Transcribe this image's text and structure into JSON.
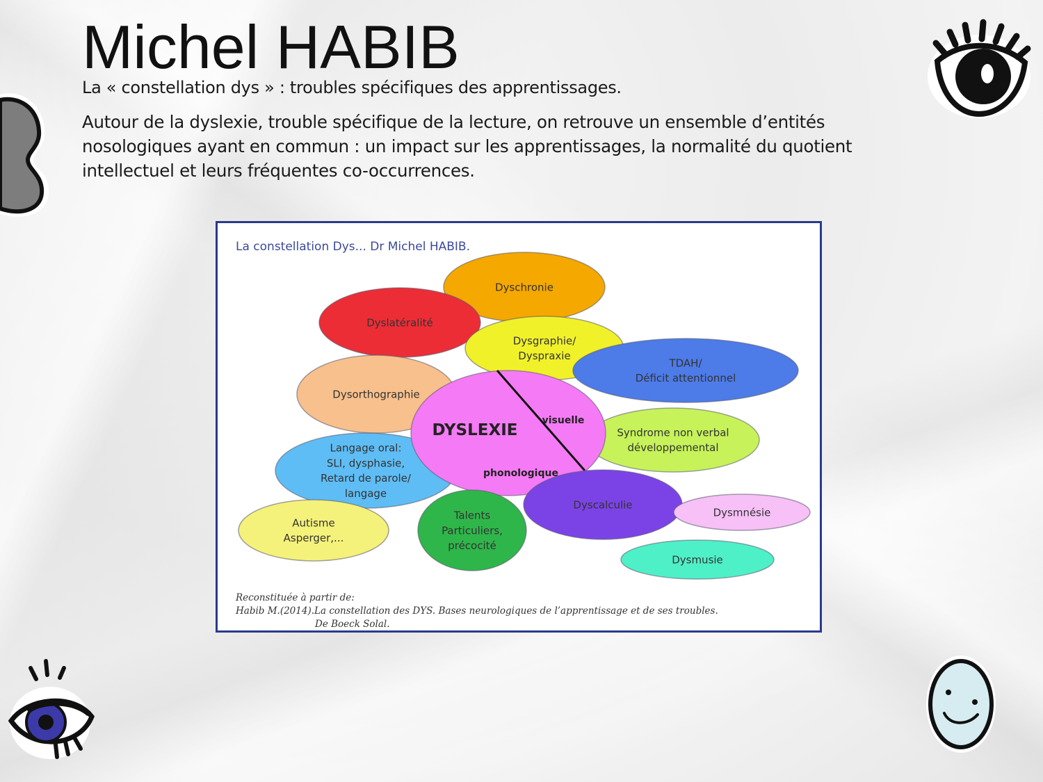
{
  "slide": {
    "title": "Michel HABIB",
    "subtitle": "La « constellation dys »  : troubles spécifiques des apprentissages.",
    "intro": "Autour de la dyslexie, trouble spécifique de la lecture, on retrouve un ensemble d’entités nosologiques ayant en commun : un impact sur les apprentissages, la normalité du quotient intellectuel et leurs fréquentes co-occurrences."
  },
  "figure": {
    "title": "La constellation Dys... Dr Michel HABIB.",
    "source_line1": "Reconstituée à partir de:",
    "source_line2": "Habib M.(2014).La constellation des DYS. Bases neurologiques de l’apprentissage et de ses troubles.",
    "source_line3": "De Boeck  Solal.",
    "bubbles": [
      {
        "id": "dyschronie",
        "lines": [
          "Dyschronie"
        ],
        "color": "#f5a800"
      },
      {
        "id": "dyslateralite",
        "lines": [
          "Dyslatéralité"
        ],
        "color": "#ec2d36"
      },
      {
        "id": "dysgraphie",
        "lines": [
          "Dysgraphie/",
          "Dyspraxie"
        ],
        "color": "#f1f12a"
      },
      {
        "id": "tdah",
        "lines": [
          "TDAH/",
          "Déficit attentionnel"
        ],
        "color": "#4d7be8"
      },
      {
        "id": "dysorthographie",
        "lines": [
          "Dysorthographie"
        ],
        "color": "#f7c08c"
      },
      {
        "id": "syndrome",
        "lines": [
          "Syndrome non verbal",
          "développemental"
        ],
        "color": "#c7f25a"
      },
      {
        "id": "langage",
        "lines": [
          "Langage oral:",
          "SLI, dysphasie,",
          "Retard de parole/",
          "langage"
        ],
        "color": "#5fbdf5"
      },
      {
        "id": "dyscalculie",
        "lines": [
          "Dyscalculie"
        ],
        "color": "#7b43e6"
      },
      {
        "id": "dysmnesie",
        "lines": [
          "Dysmnésie"
        ],
        "color": "#f7c0f7"
      },
      {
        "id": "autisme",
        "lines": [
          "Autisme",
          "Asperger,..."
        ],
        "color": "#f4f27a"
      },
      {
        "id": "talents",
        "lines": [
          "Talents",
          "Particuliers,",
          "précocité"
        ],
        "color": "#2fb64a"
      },
      {
        "id": "dysmusie",
        "lines": [
          "Dysmusie"
        ],
        "color": "#4ef0c8"
      }
    ],
    "center": {
      "label": "DYSLEXIE",
      "visuelle": "visuelle",
      "phonologique": "phonologique",
      "color": "#f57af5"
    }
  }
}
